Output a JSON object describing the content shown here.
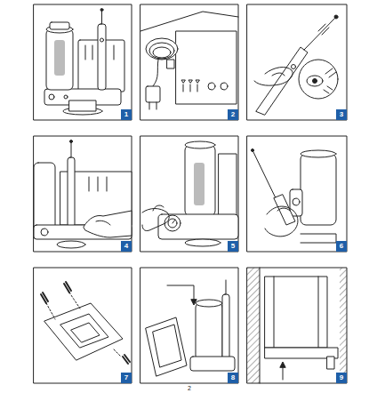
{
  "diagram": {
    "nodes": [
      {
        "text": [
          "1"
        ]
      },
      {
        "text": [
          "2"
        ]
      },
      {
        "text": [
          "3"
        ]
      },
      {
        "text": [
          "4"
        ]
      },
      {
        "text": [
          "5"
        ]
      },
      {
        "text": [
          "6"
        ]
      },
      {
        "text": [
          "7"
        ]
      },
      {
        "text": [
          "8"
        ]
      },
      {
        "text": [
          "9"
        ]
      }
    ],
    "labels": [
      "2"
    ]
  }
}
